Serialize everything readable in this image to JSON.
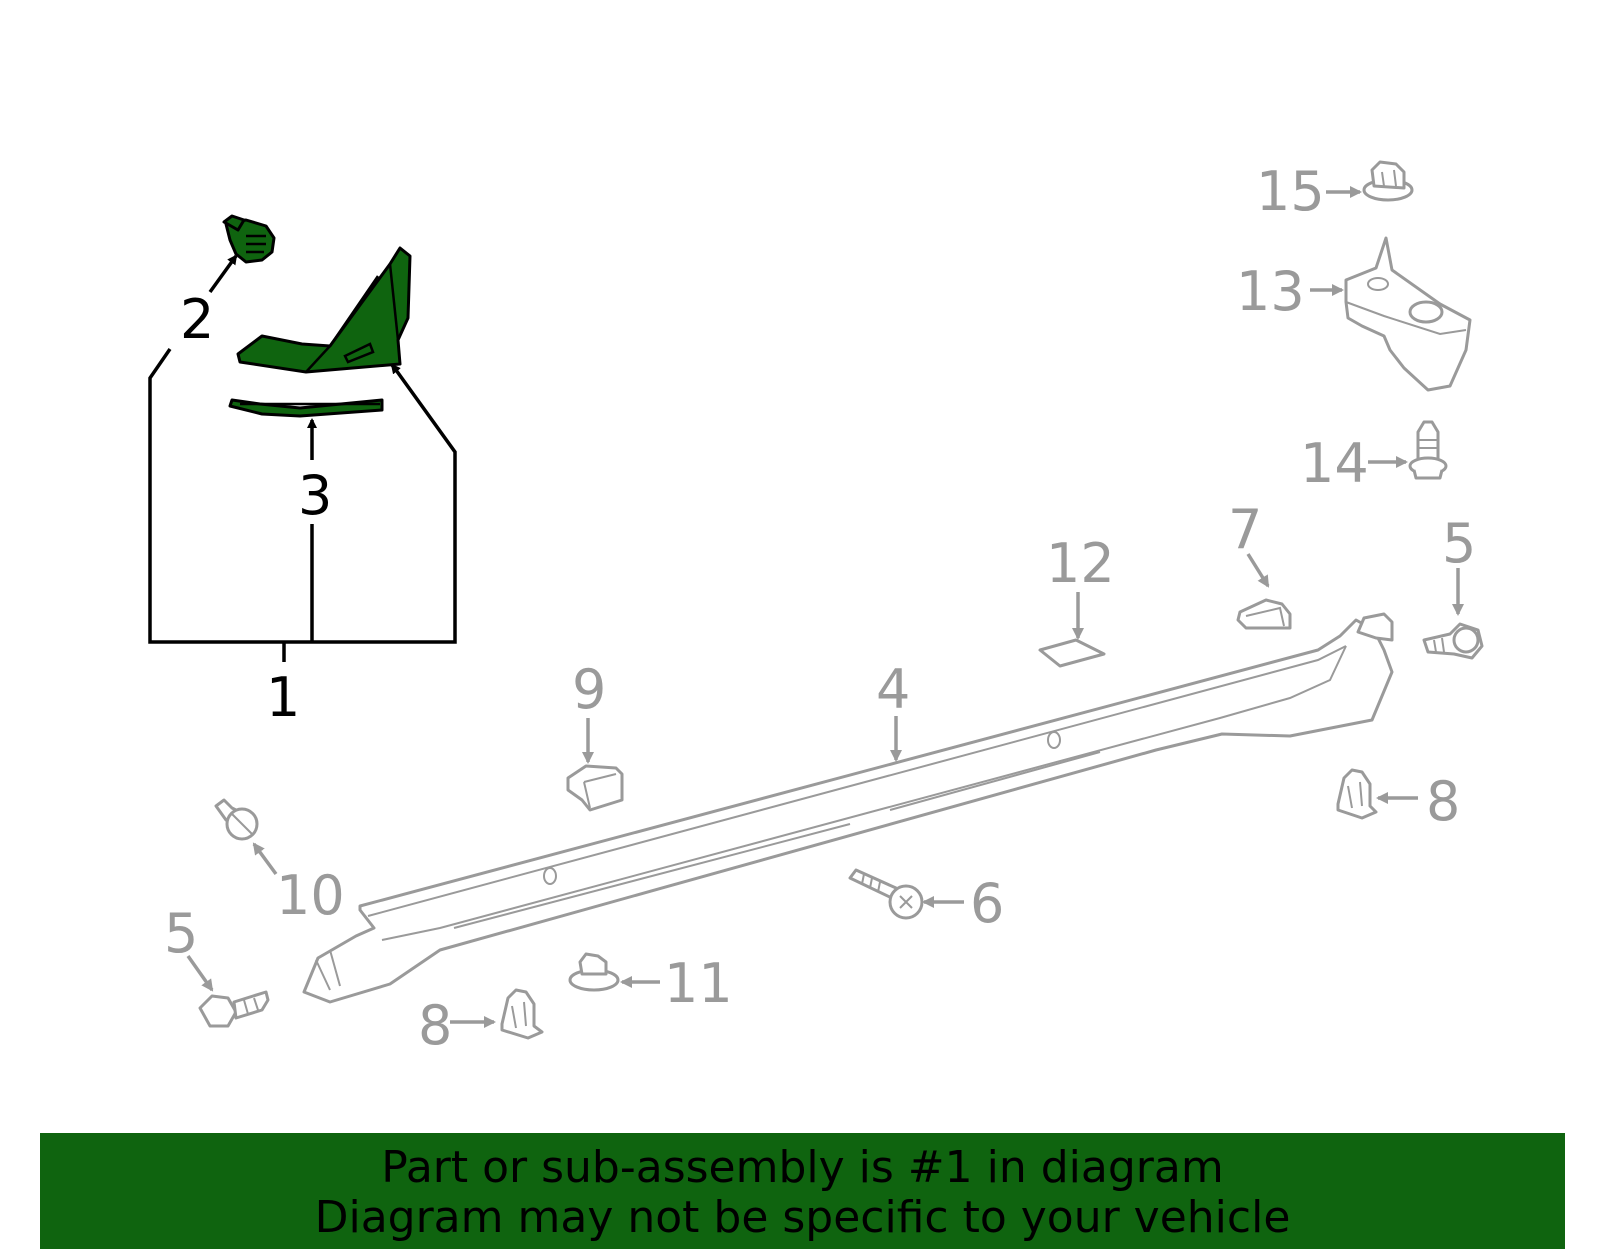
{
  "colors": {
    "highlight": "#0f640f",
    "line_gray": "#9a9a9a",
    "line_black": "#000000"
  },
  "callouts": {
    "c1": "1",
    "c2": "2",
    "c3": "3",
    "c4": "4",
    "c5a": "5",
    "c5b": "5",
    "c6": "6",
    "c7": "7",
    "c8a": "8",
    "c8b": "8",
    "c9": "9",
    "c10": "10",
    "c11": "11",
    "c12": "12",
    "c13": "13",
    "c14": "14",
    "c15": "15"
  },
  "banner": {
    "line1": "Part or sub-assembly is #1 in diagram",
    "line2": "Diagram may not be specific to your vehicle"
  }
}
